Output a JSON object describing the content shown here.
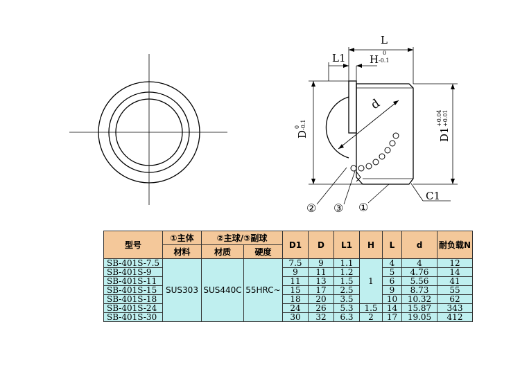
{
  "drawing": {
    "dims": {
      "L": "L",
      "L1": "L1",
      "H": "H",
      "H_tol_upper": "0",
      "H_tol_lower": "-0.1",
      "D": "D",
      "D_tol_upper": "0",
      "D_tol_lower": "-0.1",
      "D1": "D1",
      "D1_tol_upper": "+0.04",
      "D1_tol_lower": "+0.01",
      "d": "d",
      "C1": "C1"
    },
    "callouts": [
      "②",
      "③",
      "①"
    ]
  },
  "table": {
    "headers": {
      "model": "型号",
      "body_group": "①主体",
      "body_material": "材料",
      "ball_group": "②主球/③副球",
      "ball_material": "材质",
      "ball_hardness": "硬度",
      "D1": "D1",
      "D": "D",
      "L1": "L1",
      "H": "H",
      "L": "L",
      "d": "d",
      "load": "耐负载N"
    },
    "body_material_value": "SUS303",
    "ball_material_value": "SUS440C",
    "ball_hardness_value": "55HRC~",
    "rows": [
      {
        "model": "SB-401S-7.5",
        "D1": "7.5",
        "D": "9",
        "L1": "1.1",
        "L": "4",
        "d": "4",
        "load": "12"
      },
      {
        "model": "SB-401S-9",
        "D1": "9",
        "D": "11",
        "L1": "1.2",
        "L": "5",
        "d": "4.76",
        "load": "14"
      },
      {
        "model": "SB-401S-11",
        "D1": "11",
        "D": "13",
        "L1": "1.5",
        "L": "6",
        "d": "5.56",
        "load": "41"
      },
      {
        "model": "SB-401S-15",
        "D1": "15",
        "D": "17",
        "L1": "2.5",
        "L": "9",
        "d": "8.73",
        "load": "55"
      },
      {
        "model": "SB-401S-18",
        "D1": "18",
        "D": "20",
        "L1": "3.5",
        "L": "10",
        "d": "10.32",
        "load": "62"
      },
      {
        "model": "SB-401S-24",
        "D1": "24",
        "D": "26",
        "L1": "5.3",
        "L": "14",
        "d": "15.87",
        "load": "343"
      },
      {
        "model": "SB-401S-30",
        "D1": "30",
        "D": "32",
        "L1": "6.3",
        "L": "17",
        "d": "19.05",
        "load": "412"
      }
    ],
    "H_values": {
      "group1": "1",
      "row6": "1.5",
      "row7": "2"
    }
  }
}
